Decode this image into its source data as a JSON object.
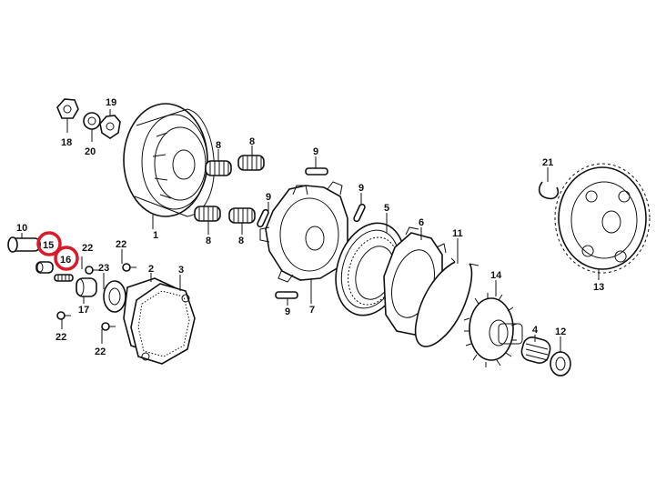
{
  "labels": {
    "l1": "1",
    "l2": "2",
    "l3": "3",
    "l4": "4",
    "l5": "5",
    "l6": "6",
    "l7": "7",
    "l8a": "8",
    "l8b": "8",
    "l8c": "8",
    "l8d": "8",
    "l9a": "9",
    "l9b": "9",
    "l9c": "9",
    "l9d": "9",
    "l10": "10",
    "l11": "11",
    "l12": "12",
    "l13": "13",
    "l14": "14",
    "l15": "15",
    "l16": "16",
    "l17": "17",
    "l18": "18",
    "l19": "19",
    "l20": "20",
    "l21": "21",
    "l22a": "22",
    "l22b": "22",
    "l22c": "22",
    "l22d": "22",
    "l23": "23"
  },
  "highlighted_parts": [
    "15",
    "16"
  ],
  "colors": {
    "highlight": "#d81b2a",
    "ink": "#111111",
    "background": "#ffffff"
  }
}
